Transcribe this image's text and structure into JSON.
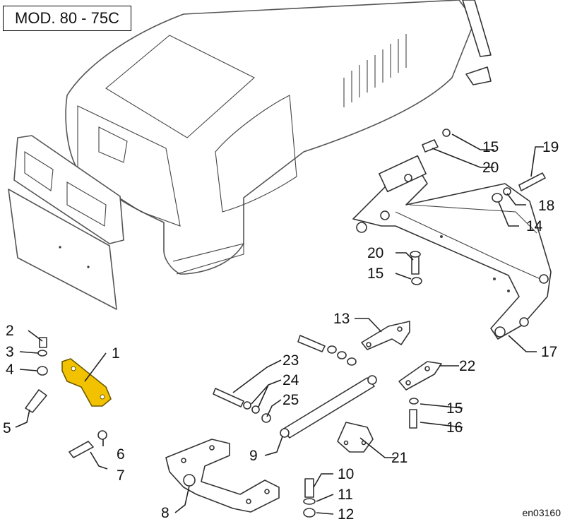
{
  "header": {
    "model": "MOD. 80 - 75C"
  },
  "reference_code": "en03160",
  "parts": [
    {
      "label": "1"
    },
    {
      "label": "2"
    },
    {
      "label": "3"
    },
    {
      "label": "4"
    },
    {
      "label": "5"
    },
    {
      "label": "6"
    },
    {
      "label": "7"
    },
    {
      "label": "8"
    },
    {
      "label": "9"
    },
    {
      "label": "10"
    },
    {
      "label": "11"
    },
    {
      "label": "12"
    },
    {
      "label": "13"
    },
    {
      "label": "14"
    },
    {
      "label": "15"
    },
    {
      "label": "15"
    },
    {
      "label": "15"
    },
    {
      "label": "16"
    },
    {
      "label": "17"
    },
    {
      "label": "18"
    },
    {
      "label": "19"
    },
    {
      "label": "20"
    },
    {
      "label": "20"
    },
    {
      "label": "21"
    },
    {
      "label": "22"
    },
    {
      "label": "23"
    },
    {
      "label": "24"
    },
    {
      "label": "25"
    }
  ],
  "colors": {
    "highlight": "#f2c200",
    "line": "#222222"
  }
}
